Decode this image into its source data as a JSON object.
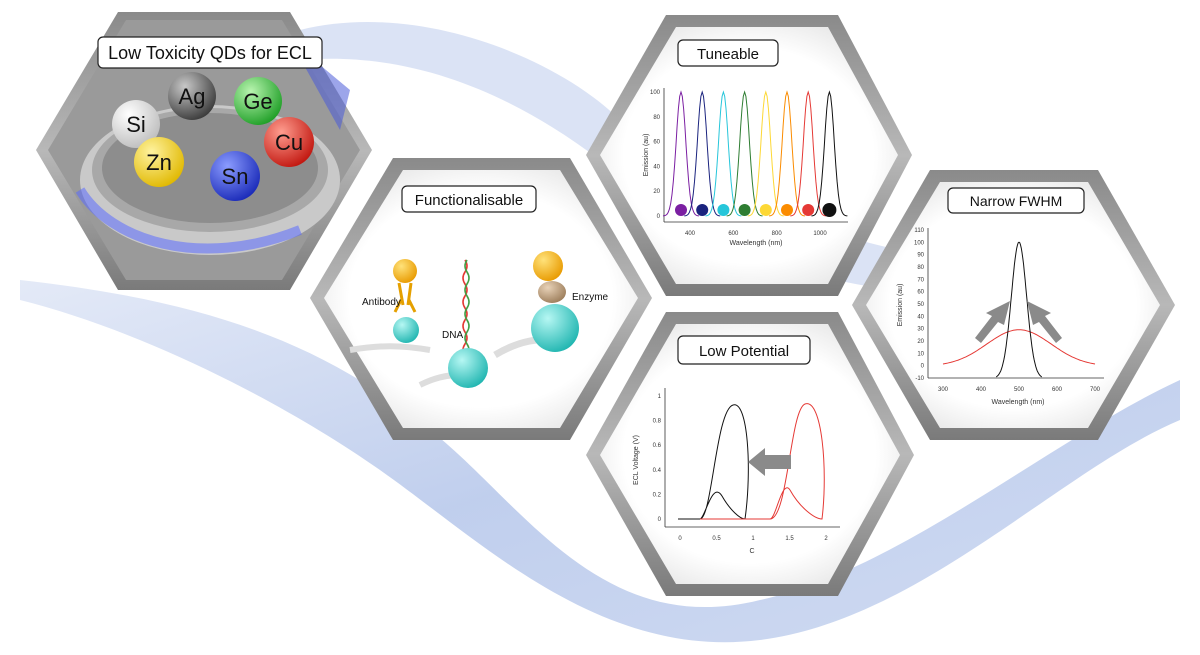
{
  "panels": {
    "ecl": {
      "title": "Low Toxicity QDs for ECL",
      "elements": [
        "Ag",
        "Ge",
        "Si",
        "Cu",
        "Zn",
        "Sn"
      ]
    },
    "functionalisable": {
      "title": "Functionalisable",
      "labels": {
        "antibody": "Antibody",
        "dna": "DNA",
        "enzyme": "Enzyme"
      }
    },
    "tuneable": {
      "title": "Tuneable",
      "ylabel": "Emission (au)",
      "xlabel": "Wavelength (nm)",
      "yticks": [
        "100",
        "80",
        "60",
        "40",
        "20",
        "0"
      ],
      "xticks": [
        "400",
        "600",
        "800",
        "1000"
      ]
    },
    "narrow": {
      "title": "Narrow FWHM",
      "ylabel": "Emission (au)",
      "xlabel": "Wavelength (nm)",
      "yticks": [
        "110",
        "100",
        "90",
        "80",
        "70",
        "60",
        "50",
        "40",
        "30",
        "20",
        "10",
        "0",
        "-10"
      ],
      "xticks": [
        "300",
        "400",
        "500",
        "600",
        "700"
      ]
    },
    "low_potential": {
      "title": "Low Potential",
      "ylabel": "ECL Voltage (V)",
      "xlabel": "C",
      "yticks": [
        "1",
        "0.8",
        "0.6",
        "0.4",
        "0.2",
        "0"
      ],
      "xticks": [
        "0",
        "0.5",
        "1",
        "1.5",
        "2"
      ]
    }
  },
  "colors": {
    "tuneable_series": [
      "#7b1fa2",
      "#1a237e",
      "#26c6da",
      "#2e7d32",
      "#fdd835",
      "#fb8c00",
      "#e53935",
      "#111111"
    ],
    "narrow_curve": "#111111",
    "broad_curve": "#e53935",
    "ribbon": "#b9c9ea"
  }
}
